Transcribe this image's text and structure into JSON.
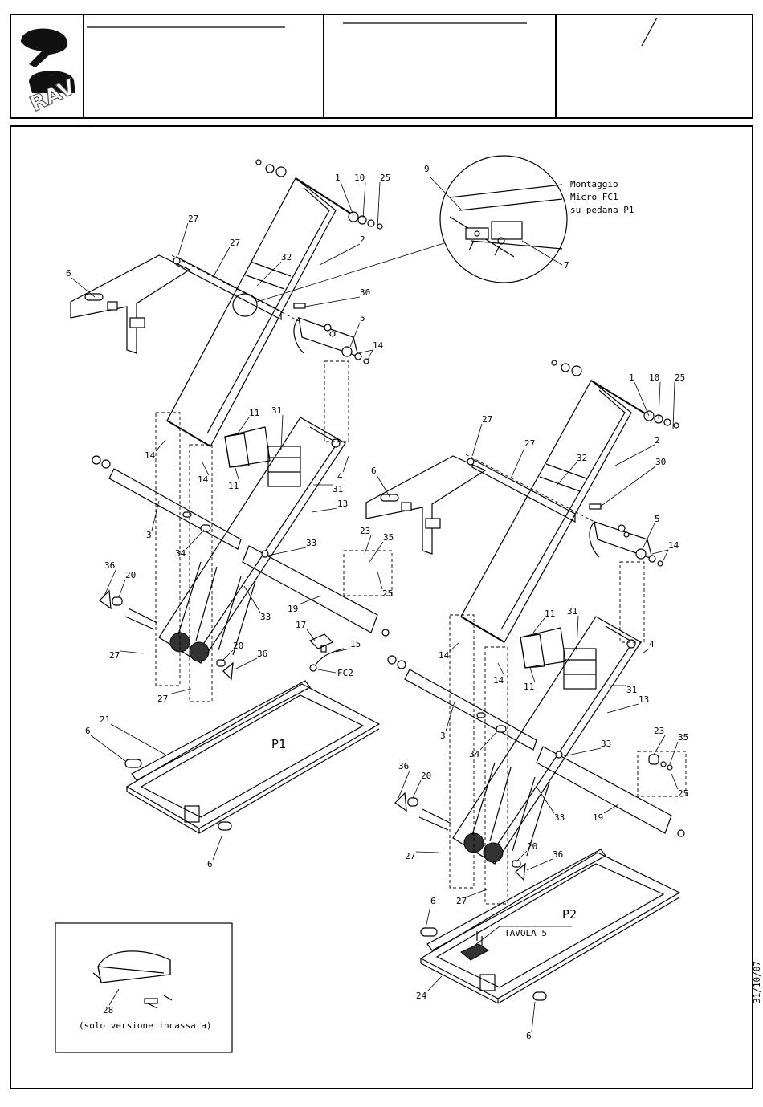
{
  "logo": {
    "text": "RAV",
    "icon": "rav-logo-icon"
  },
  "title_block": {
    "cell1": "",
    "cell2": "",
    "cell3": "/"
  },
  "date": "31/10/07",
  "detail": {
    "label": "Montaggio\nMicro FC1\nsu pedana P1",
    "part_9": "9",
    "part_7": "7"
  },
  "platforms": {
    "p1": "P1",
    "p2": "P2"
  },
  "table_ref": "TAVOLA 5",
  "switch_ref": "FC2",
  "inset": {
    "part": "28",
    "caption": "(solo versione incassata)"
  },
  "part_labels": [
    "1",
    "2",
    "3",
    "4",
    "5",
    "6",
    "10",
    "11",
    "13",
    "14",
    "15",
    "17",
    "19",
    "20",
    "21",
    "23",
    "24",
    "25",
    "27",
    "30",
    "31",
    "32",
    "33",
    "34",
    "35",
    "36"
  ]
}
